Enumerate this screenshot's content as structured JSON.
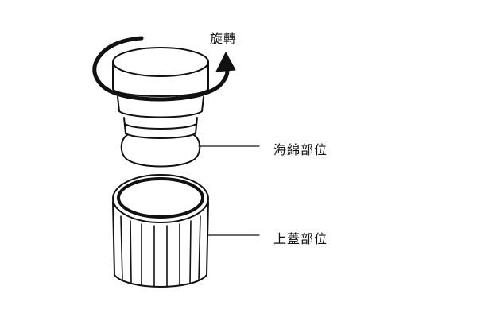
{
  "diagram": {
    "labels": {
      "rotate": "旋轉",
      "sponge_part": "海綿部位",
      "lid_part": "上蓋部位"
    },
    "colors": {
      "stroke": "#111111",
      "background": "#ffffff"
    },
    "icons": [
      "rotation-arrow-icon"
    ]
  }
}
